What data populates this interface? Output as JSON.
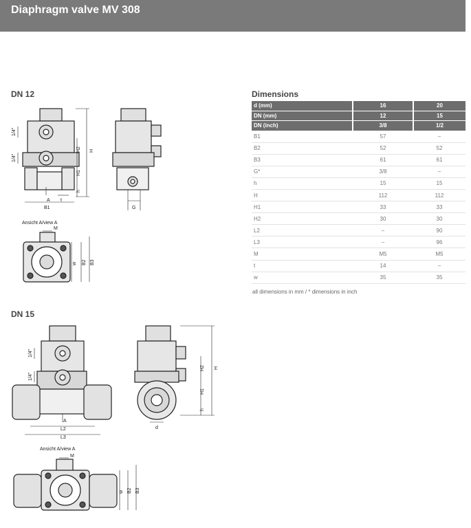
{
  "header": {
    "title": "Diaphragm valve MV 308"
  },
  "sections": {
    "dn12": "DN 12",
    "dn15": "DN 15"
  },
  "drawing_labels": {
    "quarter_inch": "1/4\"",
    "H": "H",
    "H1": "H1",
    "H2": "H2",
    "h": "h",
    "A": "A",
    "B1": "B1",
    "t": "t",
    "G": "G",
    "M": "M",
    "w": "w",
    "B2": "B2",
    "B3": "B3",
    "L2": "L2",
    "L3": "L3",
    "d": "d",
    "view": "Ansicht A/view A"
  },
  "dimensions": {
    "title": "Dimensions",
    "header_rows": [
      {
        "label": "d (mm)",
        "c16": "16",
        "c20": "20"
      },
      {
        "label": "DN (mm)",
        "c16": "12",
        "c20": "15"
      },
      {
        "label": "DN (inch)",
        "c16": "3/8",
        "c20": "1/2"
      }
    ],
    "rows": [
      {
        "label": "B1",
        "c16": "57",
        "c20": "–"
      },
      {
        "label": "B2",
        "c16": "52",
        "c20": "52"
      },
      {
        "label": "B3",
        "c16": "61",
        "c20": "61"
      },
      {
        "label": "G*",
        "c16": "3/8",
        "c20": "–"
      },
      {
        "label": "h",
        "c16": "15",
        "c20": "15"
      },
      {
        "label": "H",
        "c16": "112",
        "c20": "112"
      },
      {
        "label": "H1",
        "c16": "33",
        "c20": "33"
      },
      {
        "label": "H2",
        "c16": "30",
        "c20": "30"
      },
      {
        "label": "L2",
        "c16": "–",
        "c20": "90"
      },
      {
        "label": "L3",
        "c16": "–",
        "c20": "96"
      },
      {
        "label": "M",
        "c16": "M5",
        "c20": "M5"
      },
      {
        "label": "t",
        "c16": "14",
        "c20": "–"
      },
      {
        "label": "w",
        "c16": "35",
        "c20": "35"
      }
    ],
    "footnote": "all dimensions in mm / * dimensions in inch"
  }
}
